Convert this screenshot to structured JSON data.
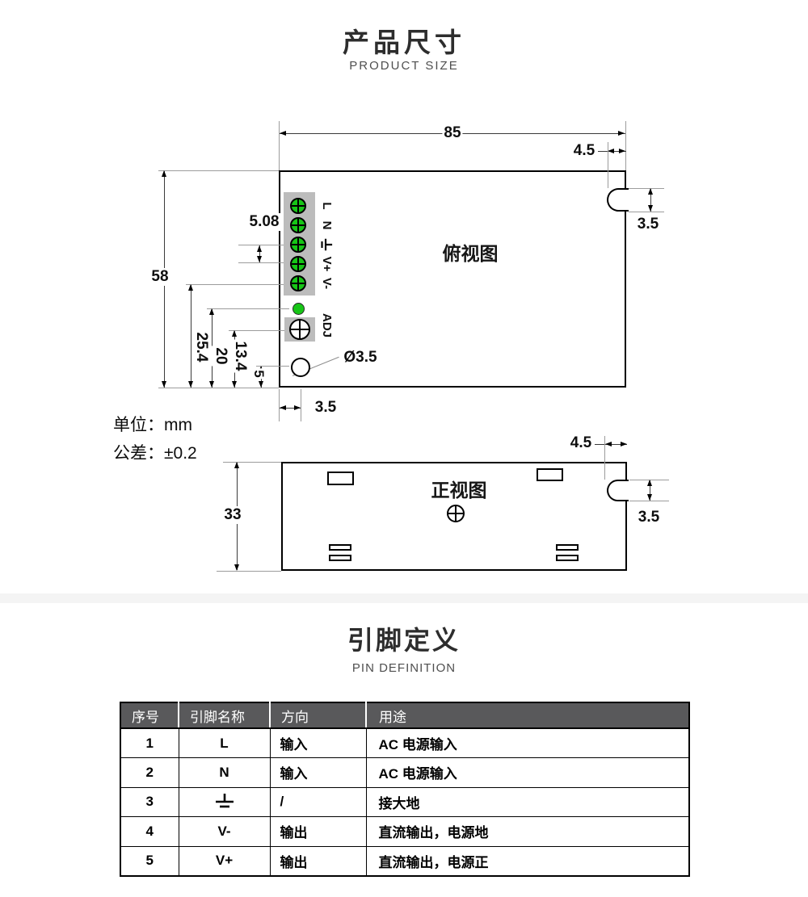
{
  "header": {
    "title": "产品尺寸",
    "subtitle": "PRODUCT SIZE"
  },
  "notes": {
    "unit": "单位：mm",
    "tolerance": "公差：±0.2"
  },
  "top_view": {
    "label": "俯视图",
    "dim_width": "85",
    "dim_right_inset": "4.5",
    "dim_notch_height": "3.5",
    "dim_height": "58",
    "dim_pitch": "5.08",
    "dim_v1": "25.4",
    "dim_v2": "20",
    "dim_v3": "13.4",
    "dim_v4": "5",
    "dim_hole_diameter": "Ø3.5",
    "dim_hole_offset": "3.5",
    "terminals": [
      "L",
      "N",
      "⏚",
      "V+",
      "V-"
    ],
    "adj_label": "ADJ"
  },
  "front_view": {
    "label": "正视图",
    "dim_height": "33",
    "dim_right_inset": "4.5",
    "dim_notch_height": "3.5"
  },
  "pin_section": {
    "title": "引脚定义",
    "subtitle": "PIN DEFINITION"
  },
  "pin_table": {
    "headers": [
      "序号",
      "引脚名称",
      "方向",
      "用途"
    ],
    "rows": [
      [
        "1",
        "L",
        "输入",
        "AC 电源输入"
      ],
      [
        "2",
        "N",
        "输入",
        "AC 电源输入"
      ],
      [
        "3",
        "⏚",
        "/",
        "接大地"
      ],
      [
        "4",
        "V-",
        "输出",
        "直流输出，电源地"
      ],
      [
        "5",
        "V+",
        "输出",
        "直流输出，电源正"
      ]
    ]
  },
  "colors": {
    "terminal_green": "#17c617",
    "block_gray": "#bcbcbc",
    "table_header_bg": "#59595b",
    "divider_gray": "#f4f4f4"
  }
}
